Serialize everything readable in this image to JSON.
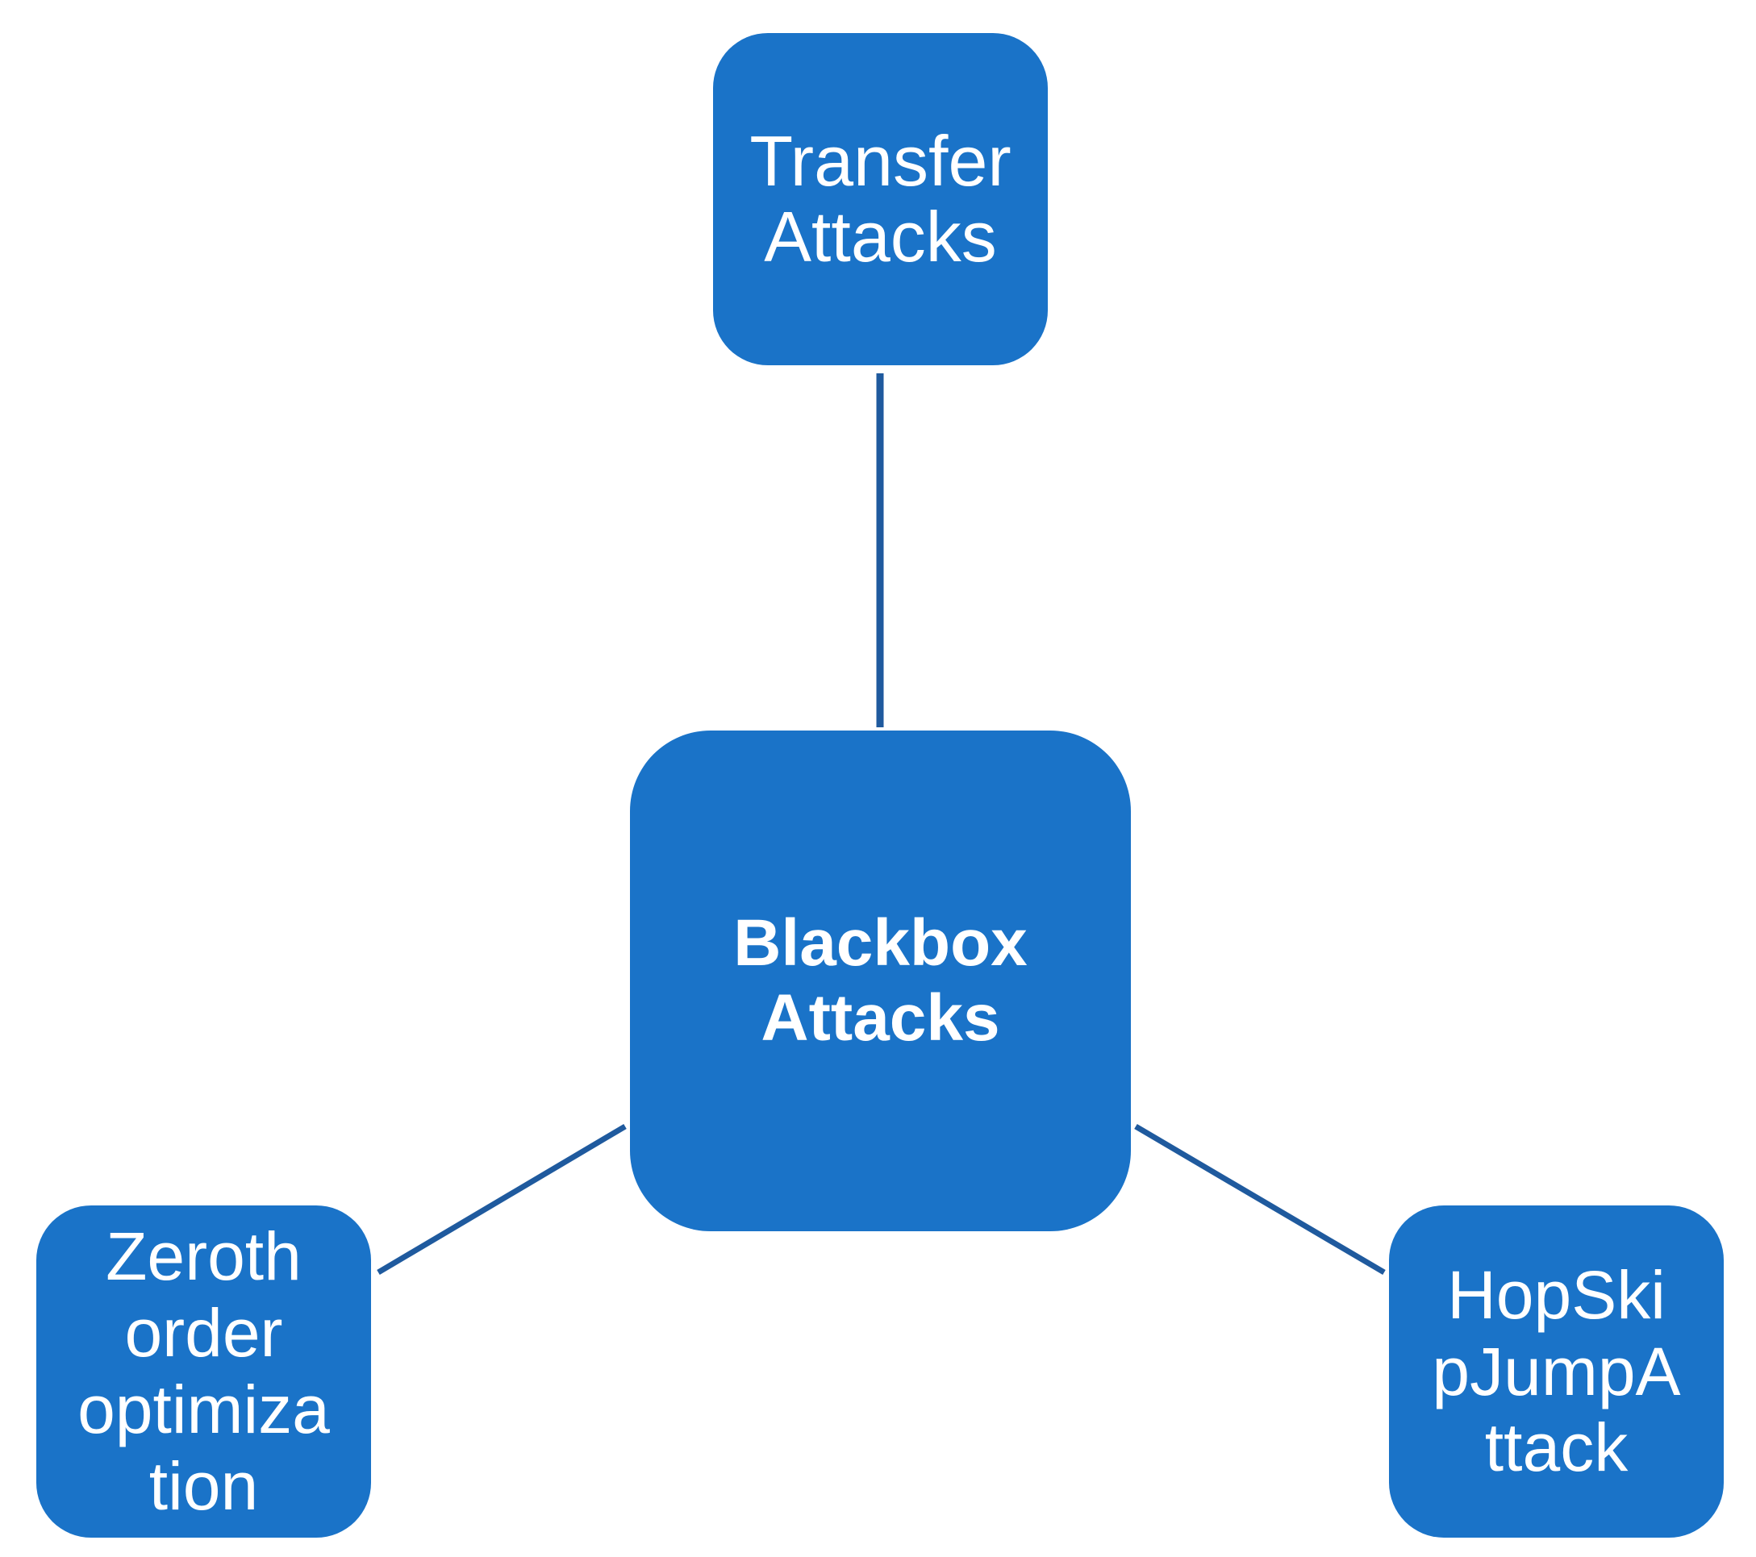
{
  "diagram": {
    "fill_color": "#1a73c8",
    "connector_color": "#1f5a9e",
    "text_color": "#ffffff",
    "center": {
      "label": "Blackbox\nAttacks"
    },
    "branches": [
      {
        "id": "top",
        "label": "Transfer\nAttacks"
      },
      {
        "id": "left",
        "label": "Zeroth\norder\noptimiza\ntion"
      },
      {
        "id": "right",
        "label": "HopSki\npJumpA\nttack"
      }
    ],
    "edges": [
      {
        "from": "center",
        "to": "top"
      },
      {
        "from": "center",
        "to": "left"
      },
      {
        "from": "center",
        "to": "right"
      }
    ]
  }
}
